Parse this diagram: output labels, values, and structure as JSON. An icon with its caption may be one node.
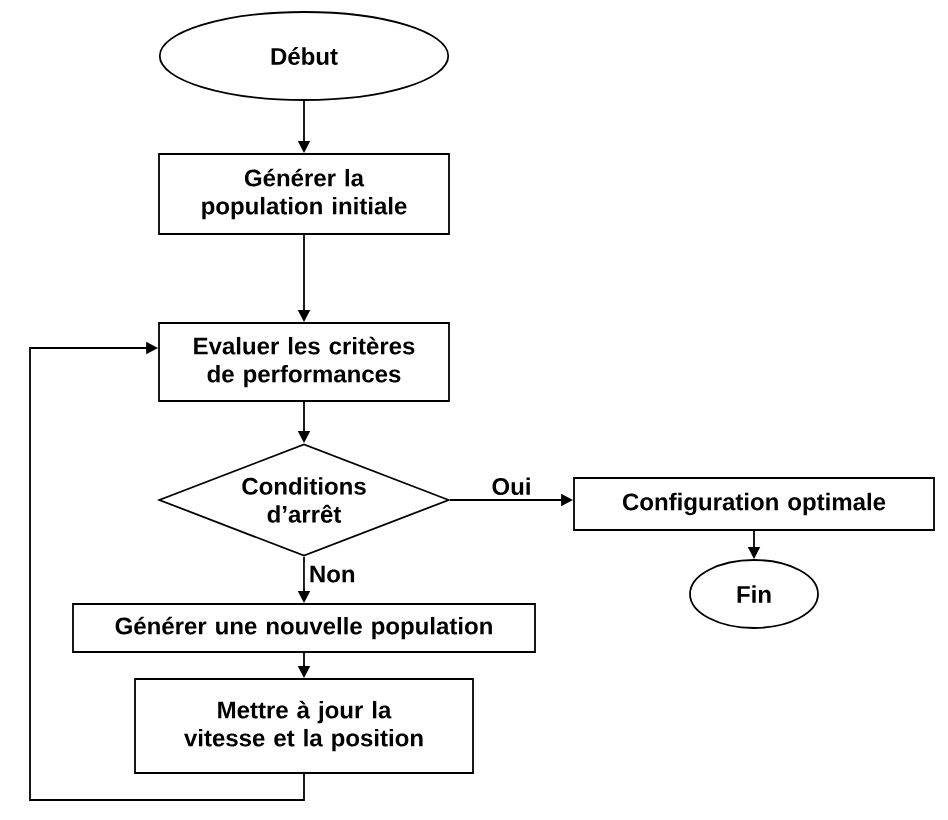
{
  "diagram": {
    "nodes": [
      {
        "text": [
          "Début"
        ]
      },
      {
        "text": [
          "Générer la population initiale"
        ]
      },
      {
        "text": [
          "Evaluer les critères de performances"
        ]
      },
      {
        "text": [
          "Conditions d’arrêt"
        ]
      },
      {
        "text": [
          "Générer une nouvelle population"
        ]
      },
      {
        "text": [
          "Mettre à jour la vitesse et la position"
        ]
      },
      {
        "text": [
          "Configuration optimale"
        ]
      },
      {
        "text": [
          "Fin"
        ]
      }
    ],
    "edges": [
      {
        "from": 0,
        "to": 1,
        "arrow": "to"
      },
      {
        "from": 1,
        "to": 2,
        "arrow": "to"
      },
      {
        "from": 2,
        "to": 3,
        "arrow": "to"
      },
      {
        "from": 3,
        "to": 4,
        "arrow": "to",
        "label": "Non"
      },
      {
        "from": 4,
        "to": 5,
        "arrow": "to"
      },
      {
        "from": 5,
        "to": 2,
        "arrow": "to"
      },
      {
        "from": 3,
        "to": 6,
        "arrow": "to",
        "label": "Oui"
      },
      {
        "from": 6,
        "to": 7,
        "arrow": "to"
      }
    ]
  }
}
